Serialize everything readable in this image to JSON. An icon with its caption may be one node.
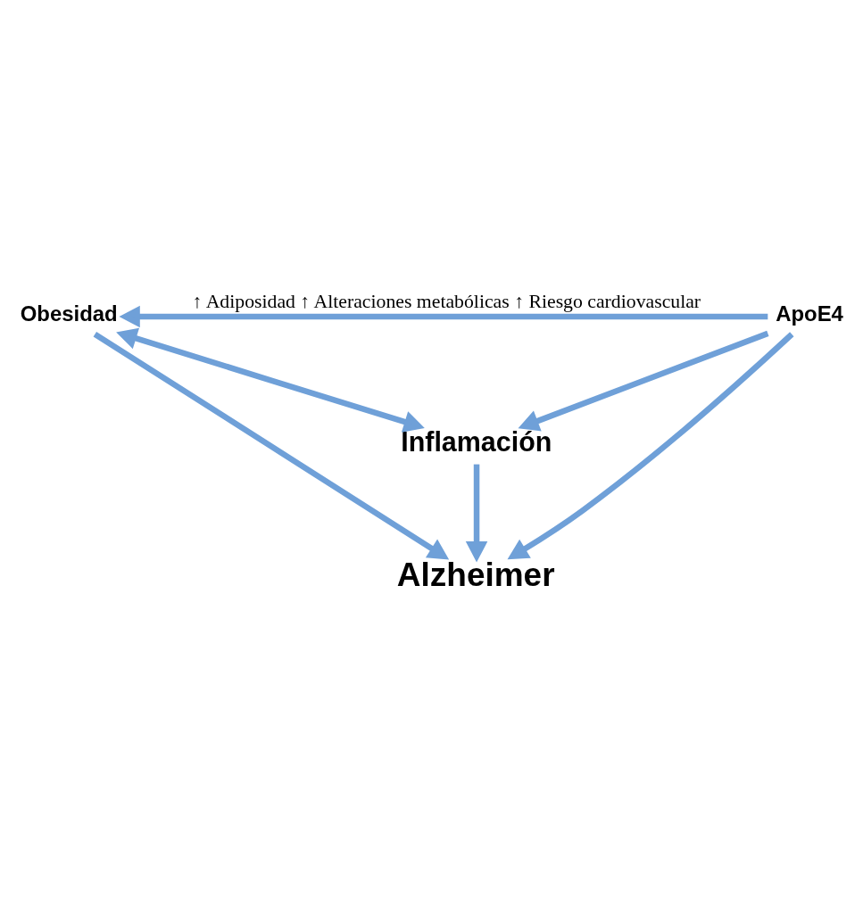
{
  "diagram": {
    "nodes": [
      {
        "text": [
          "Obesidad"
        ]
      },
      {
        "text": [
          "ApoE4"
        ]
      },
      {
        "text": [
          "Inflamación"
        ]
      },
      {
        "text": [
          "Alzheimer"
        ]
      }
    ],
    "edges": [
      {
        "from": 1,
        "to": 0,
        "arrow": "to",
        "label": "↑ Adiposidad ↑ Alteraciones metabólicas ↑ Riesgo cardiovascular"
      },
      {
        "from": 0,
        "to": 2,
        "arrow": "both"
      },
      {
        "from": 1,
        "to": 2,
        "arrow": "to"
      },
      {
        "from": 0,
        "to": 3,
        "arrow": "to"
      },
      {
        "from": 2,
        "to": 3,
        "arrow": "to"
      },
      {
        "from": 1,
        "to": 3,
        "arrow": "to"
      }
    ]
  }
}
